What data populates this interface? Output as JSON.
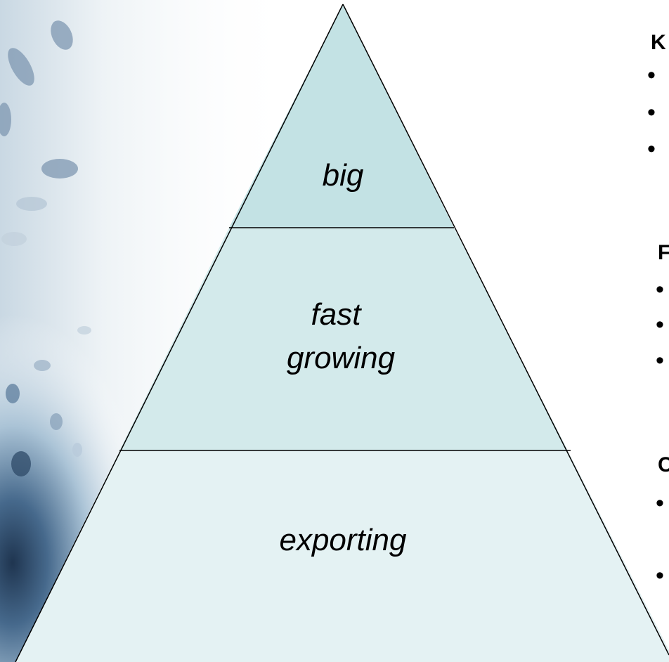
{
  "pyramid": {
    "tiers": [
      {
        "label": "big",
        "fill": "#c3e2e4"
      },
      {
        "label_line1": "fast",
        "label_line2": "growing",
        "fill": "#d3eaeb"
      },
      {
        "label": "exporting",
        "fill": "#e4f2f3"
      }
    ]
  },
  "side_panel": {
    "sections": [
      {
        "heading": "K",
        "bullets": [
          "•",
          "•",
          "•"
        ]
      },
      {
        "heading": "F",
        "bullets": [
          "•",
          "•",
          "•"
        ]
      },
      {
        "heading": "C",
        "bullets": [
          "•",
          "•"
        ]
      }
    ]
  },
  "colors": {
    "background": "#ffffff",
    "outline": "#000000",
    "deco_blue": "#4a6f93"
  }
}
